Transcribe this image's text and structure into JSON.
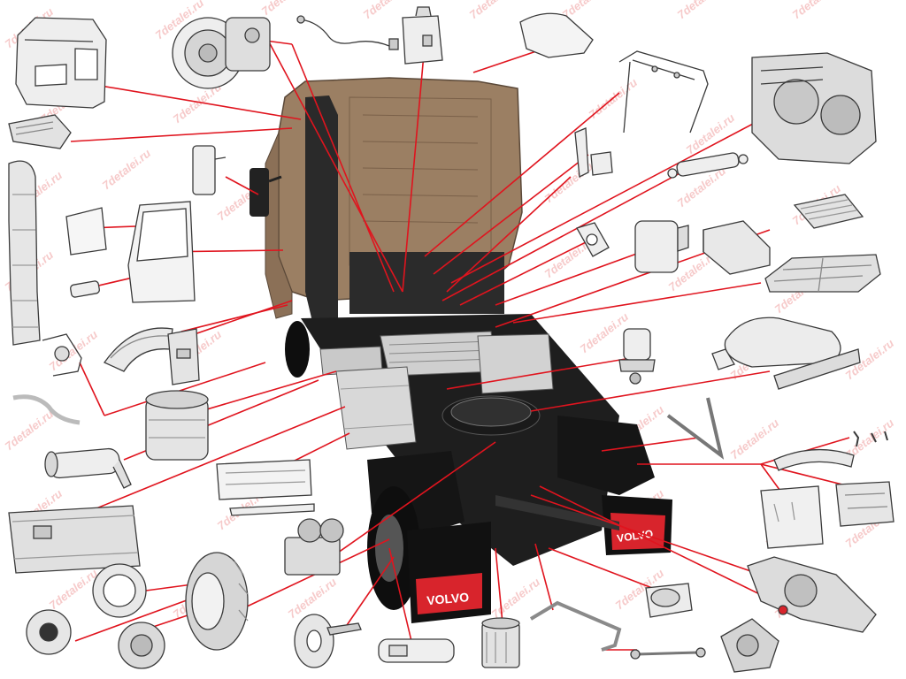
{
  "watermark": {
    "text": "7detalei.ru",
    "color": "#f0a0a0"
  },
  "brand": {
    "plate_text": "VOLVO"
  },
  "colors": {
    "leader_line": "#e0141e",
    "cab": "#9b7f63",
    "chassis": "#1e1e1e",
    "part_stroke": "#3a3a3a",
    "part_fill": "#eeeeee",
    "mudflap": "#111111",
    "plate": "#d8242c"
  },
  "parts": [
    {
      "id": "cab-shell",
      "icon": "cab-shell-icon"
    },
    {
      "id": "gearbox",
      "icon": "gearbox-icon"
    },
    {
      "id": "wiring-harness",
      "icon": "wiring-harness-icon"
    },
    {
      "id": "washer-tank",
      "icon": "washer-tank-icon"
    },
    {
      "id": "roof-deflector",
      "icon": "roof-deflector-icon"
    },
    {
      "id": "cab-frame",
      "icon": "cab-frame-icon"
    },
    {
      "id": "engine",
      "icon": "engine-icon"
    },
    {
      "id": "air-intake-top",
      "icon": "air-intake-icon"
    },
    {
      "id": "air-duct",
      "icon": "air-duct-icon"
    },
    {
      "id": "mirror",
      "icon": "mirror-icon"
    },
    {
      "id": "door-glass",
      "icon": "door-glass-icon"
    },
    {
      "id": "door",
      "icon": "door-icon"
    },
    {
      "id": "door-handle",
      "icon": "door-handle-icon"
    },
    {
      "id": "cab-brackets",
      "icon": "bracket-icon"
    },
    {
      "id": "cab-shock",
      "icon": "shock-absorber-icon"
    },
    {
      "id": "rubber-mount",
      "icon": "rubber-mount-icon"
    },
    {
      "id": "adblue-tank",
      "icon": "adblue-tank-icon"
    },
    {
      "id": "battery-box",
      "icon": "battery-box-icon"
    },
    {
      "id": "radiator",
      "icon": "radiator-icon"
    },
    {
      "id": "step-grating",
      "icon": "step-grating-icon"
    },
    {
      "id": "fifth-wheel",
      "icon": "fifth-wheel-icon"
    },
    {
      "id": "air-dryer",
      "icon": "air-dryer-icon"
    },
    {
      "id": "front-mudguard",
      "icon": "mudguard-icon"
    },
    {
      "id": "step-bracket",
      "icon": "step-bracket-icon"
    },
    {
      "id": "rear-mudguard-bracket",
      "icon": "mudguard-bracket-icon"
    },
    {
      "id": "pipe",
      "icon": "pipe-icon"
    },
    {
      "id": "dpf-filter",
      "icon": "dpf-filter-icon"
    },
    {
      "id": "muffler",
      "icon": "muffler-icon"
    },
    {
      "id": "side-skirt",
      "icon": "side-skirt-icon"
    },
    {
      "id": "fuel-tank",
      "icon": "fuel-tank-icon"
    },
    {
      "id": "v-stay",
      "icon": "v-stay-icon"
    },
    {
      "id": "fender-clips",
      "icon": "clip-icon"
    },
    {
      "id": "rear-fender",
      "icon": "rear-fender-icon"
    },
    {
      "id": "splash-panel",
      "icon": "splash-panel-icon"
    },
    {
      "id": "mudflap-bracket",
      "icon": "mudflap-bracket-icon"
    },
    {
      "id": "compressor",
      "icon": "compressor-icon"
    },
    {
      "id": "wheel-rim",
      "icon": "wheel-rim-icon"
    },
    {
      "id": "tyre",
      "icon": "tyre-icon"
    },
    {
      "id": "hub-cap",
      "icon": "hub-cap-icon"
    },
    {
      "id": "wheel-hub",
      "icon": "wheel-hub-icon"
    },
    {
      "id": "brake-disc",
      "icon": "brake-disc-icon"
    },
    {
      "id": "lamp",
      "icon": "lamp-icon"
    },
    {
      "id": "oil-filter",
      "icon": "oil-filter-icon"
    },
    {
      "id": "stabilizer-bar",
      "icon": "stabilizer-bar-icon"
    },
    {
      "id": "air-spring",
      "icon": "air-spring-icon"
    },
    {
      "id": "tie-rod",
      "icon": "tie-rod-icon"
    },
    {
      "id": "differential",
      "icon": "differential-icon"
    },
    {
      "id": "final-drive",
      "icon": "final-drive-icon"
    }
  ]
}
